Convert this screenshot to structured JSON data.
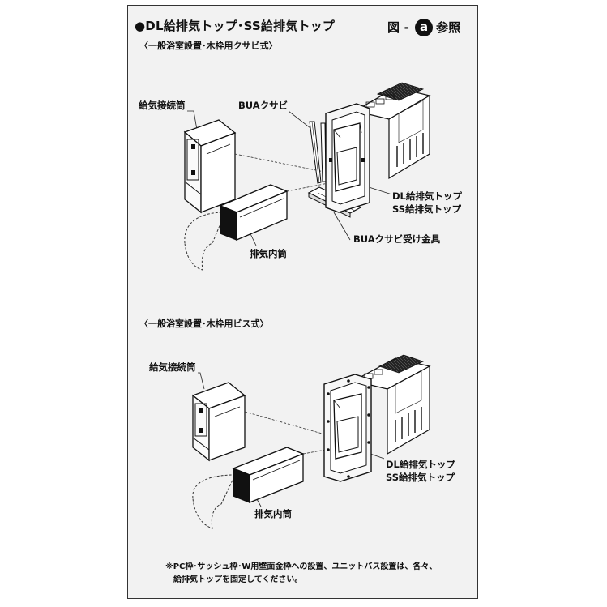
{
  "header": {
    "title": "●DL給排気トップ･SS給排気トップ",
    "figure_ref_prefix": "図 -",
    "figure_ref_letter": "a",
    "figure_ref_suffix": "参照"
  },
  "section1": {
    "subtitle": "〈一般浴室設置･木枠用クサビ式〉",
    "label_supply": "給気接続筒",
    "label_wedge": "BUAクサビ",
    "label_top_line1": "DL給排気トップ",
    "label_top_line2": "SS給排気トップ",
    "label_wedge_bracket": "BUAクサビ受け金具",
    "label_exhaust": "排気内筒"
  },
  "section2": {
    "subtitle": "〈一般浴室設置･木枠用ビス式〉",
    "label_supply": "給気接続筒",
    "label_top_line1": "DL給排気トップ",
    "label_top_line2": "SS給排気トップ",
    "label_exhaust": "排気内筒"
  },
  "note": {
    "line1": "※PC枠･サッシュ枠･W用壁面金枠への設置、ユニットバス設置は、各々、",
    "line2": "給排気トップを固定してください。"
  }
}
